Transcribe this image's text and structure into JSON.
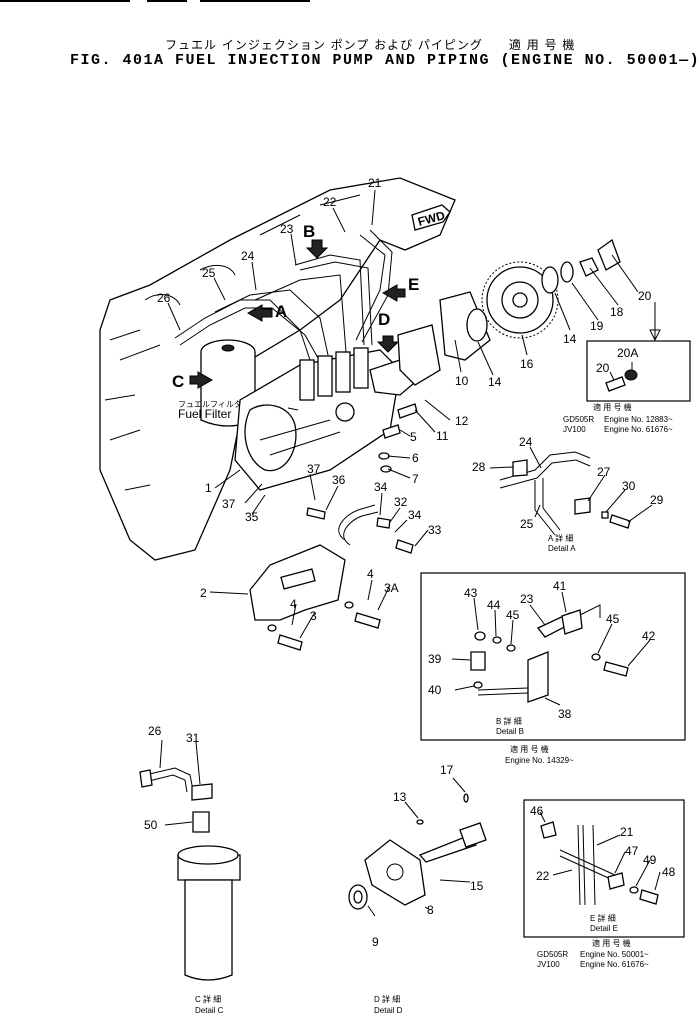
{
  "title_jp": "フュエル インジェクション ポンプ および パイピング　　適 用 号 機",
  "title_en": "FIG. 401A   FUEL INJECTION PUMP AND PIPING (ENGINE NO. 50001—)",
  "label_fuel_filter_jp": "フュエルフィルタ",
  "label_fuel_filter_en": "Fuel Filter",
  "label_fwd": "FWD",
  "views": {
    "A": "A",
    "B": "B",
    "C": "C",
    "D": "D",
    "E": "E"
  },
  "details": {
    "a": {
      "jp": "A 詳 細",
      "en": "Detail A"
    },
    "b": {
      "jp": "B 詳 細",
      "en": "Detail B"
    },
    "c": {
      "jp": "C 詳 細",
      "en": "Detail C"
    },
    "d": {
      "jp": "D 詳 細",
      "en": "Detail D"
    },
    "e": {
      "jp": "E 詳 細",
      "en": "Detail E"
    }
  },
  "applicability_20": {
    "jp": "適 用 号 機",
    "row1_model": "GD505R",
    "row1_text": "Engine  No. 12883~",
    "row2_model": "JV100",
    "row2_text": "Engine  No. 61676~"
  },
  "applicability_b": {
    "jp": "適 用 号 機",
    "text": "Engine  No. 14329~"
  },
  "applicability_e": {
    "jp": "適 用 号 機",
    "row1_model": "GD505R",
    "row1_text": "Engine  No. 50001~",
    "row2_model": "JV100",
    "row2_text": "Engine  No. 61676~"
  },
  "callouts": {
    "c1": "1",
    "c2": "2",
    "c3": "3",
    "c3a": "3A",
    "c4a": "4",
    "c4b": "4",
    "c5": "5",
    "c6": "6",
    "c7": "7",
    "c8": "8",
    "c9": "9",
    "c10": "10",
    "c11": "11",
    "c12": "12",
    "c13": "13",
    "c14a": "14",
    "c14b": "14",
    "c15": "15",
    "c16": "16",
    "c17": "17",
    "c18": "18",
    "c19": "19",
    "c20": "20",
    "c20a": "20A",
    "c20b": "20",
    "c21": "21",
    "c21e": "21",
    "c22": "22",
    "c22e": "22",
    "c23": "23",
    "c23b": "23",
    "c24": "24",
    "c24a": "24",
    "c25": "25",
    "c25a": "25",
    "c26": "26",
    "c26c": "26",
    "c27": "27",
    "c28": "28",
    "c29": "29",
    "c30": "30",
    "c31": "31",
    "c32": "32",
    "c33": "33",
    "c34a": "34",
    "c34b": "34",
    "c35": "35",
    "c36": "36",
    "c37a": "37",
    "c37b": "37",
    "c38": "38",
    "c39": "39",
    "c40": "40",
    "c41": "41",
    "c42": "42",
    "c43": "43",
    "c44": "44",
    "c45a": "45",
    "c45b": "45",
    "c46": "46",
    "c47": "47",
    "c48": "48",
    "c49": "49",
    "c50": "50"
  }
}
